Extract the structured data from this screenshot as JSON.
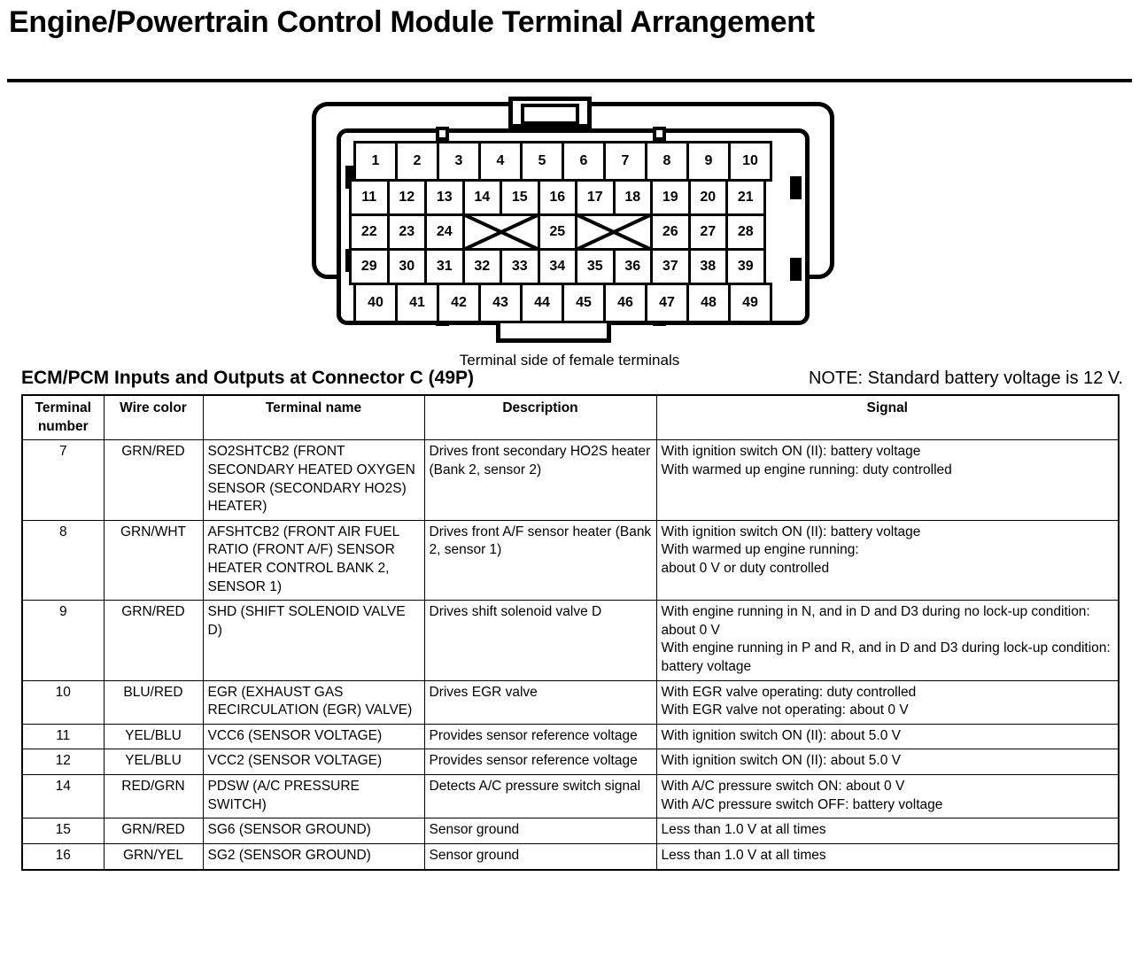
{
  "page": {
    "title": "Engine/Powertrain Control Module Terminal Arrangement",
    "diagram_caption": "Terminal side of female terminals",
    "section_heading": "ECM/PCM Inputs and Outputs at Connector C (49P)",
    "section_note": "NOTE: Standard battery voltage is 12 V."
  },
  "connector": {
    "name": "Connector C (49P)",
    "pin_rows": [
      {
        "id": "row-a",
        "pins": [
          "1",
          "2",
          "3",
          "4",
          "5",
          "6",
          "7",
          "8",
          "9",
          "10"
        ]
      },
      {
        "id": "row-b",
        "pins": [
          "11",
          "12",
          "13",
          "14",
          "15",
          "16",
          "17",
          "18",
          "19",
          "20",
          "21"
        ]
      },
      {
        "id": "row-c",
        "pins": [
          "22",
          "23",
          "24",
          "",
          "25",
          "",
          "26",
          "27",
          "28"
        ]
      },
      {
        "id": "row-d",
        "pins": [
          "29",
          "30",
          "31",
          "32",
          "33",
          "34",
          "35",
          "36",
          "37",
          "38",
          "39"
        ]
      },
      {
        "id": "row-e",
        "pins": [
          "40",
          "41",
          "42",
          "43",
          "44",
          "45",
          "46",
          "47",
          "48",
          "49"
        ]
      }
    ]
  },
  "table": {
    "headers": {
      "terminal_number": "Terminal\nnumber",
      "wire_color": "Wire color",
      "terminal_name": "Terminal name",
      "description": "Description",
      "signal": "Signal"
    },
    "rows": [
      {
        "terminal_number": "7",
        "wire_color": "GRN/RED",
        "terminal_name": "SO2SHTCB2 (FRONT SECONDARY HEATED OXYGEN SENSOR (SECONDARY HO2S) HEATER)",
        "description": "Drives front secondary HO2S heater (Bank 2, sensor 2)",
        "signal": "With ignition switch ON (II): battery voltage\nWith warmed up engine running: duty controlled"
      },
      {
        "terminal_number": "8",
        "wire_color": "GRN/WHT",
        "terminal_name": "AFSHTCB2 (FRONT AIR FUEL RATIO (FRONT A/F) SENSOR HEATER CONTROL BANK 2, SENSOR 1)",
        "description": "Drives front A/F sensor heater (Bank 2, sensor 1)",
        "signal": "With ignition switch ON (II): battery voltage\nWith warmed up engine running:\nabout 0 V or duty controlled"
      },
      {
        "terminal_number": "9",
        "wire_color": "GRN/RED",
        "terminal_name": "SHD (SHIFT SOLENOID VALVE D)",
        "description": "Drives shift solenoid valve D",
        "signal": "With engine running in N, and in D and D3 during no lock-up condition: about 0 V\nWith engine running in P and R, and in D and D3 during lock-up condition: battery voltage"
      },
      {
        "terminal_number": "10",
        "wire_color": "BLU/RED",
        "terminal_name": "EGR (EXHAUST GAS RECIRCULATION (EGR) VALVE)",
        "description": "Drives EGR valve",
        "signal": "With EGR valve operating: duty controlled\nWith EGR valve not operating: about 0 V"
      },
      {
        "terminal_number": "11",
        "wire_color": "YEL/BLU",
        "terminal_name": "VCC6 (SENSOR VOLTAGE)",
        "description": "Provides sensor reference voltage",
        "signal": "With ignition switch ON (II): about 5.0 V"
      },
      {
        "terminal_number": "12",
        "wire_color": "YEL/BLU",
        "terminal_name": "VCC2 (SENSOR VOLTAGE)",
        "description": "Provides sensor reference voltage",
        "signal": "With ignition switch ON (II): about 5.0 V"
      },
      {
        "terminal_number": "14",
        "wire_color": "RED/GRN",
        "terminal_name": "PDSW (A/C PRESSURE SWITCH)",
        "description": "Detects A/C pressure switch signal",
        "signal": "With A/C pressure switch ON: about 0 V\nWith A/C pressure switch OFF: battery voltage"
      },
      {
        "terminal_number": "15",
        "wire_color": "GRN/RED",
        "terminal_name": "SG6 (SENSOR GROUND)",
        "description": "Sensor ground",
        "signal": "Less than 1.0 V at all times"
      },
      {
        "terminal_number": "16",
        "wire_color": "GRN/YEL",
        "terminal_name": "SG2 (SENSOR GROUND)",
        "description": "Sensor ground",
        "signal": "Less than 1.0 V at all times"
      }
    ]
  }
}
